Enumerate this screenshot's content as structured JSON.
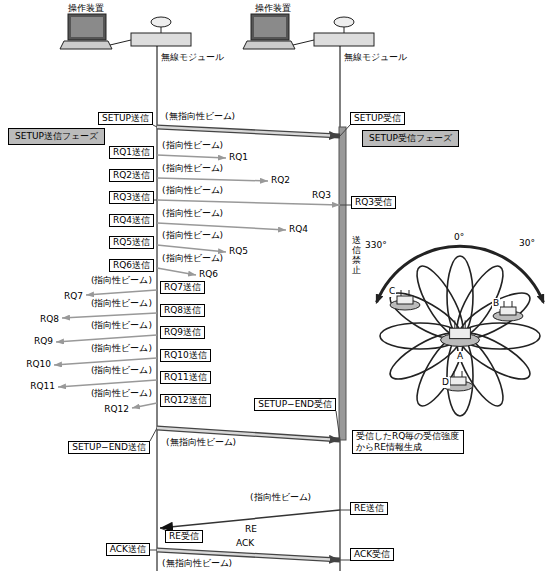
{
  "diagram": {
    "nodes": [
      {
        "text": [
          "SETUP送信"
        ]
      },
      {
        "text": [
          "SETUP受信"
        ]
      },
      {
        "text": [
          "SETUP送信フェーズ"
        ]
      },
      {
        "text": [
          "SETUP受信フェーズ"
        ]
      },
      {
        "text": [
          "RQ1送信"
        ]
      },
      {
        "text": [
          "RQ2送信"
        ]
      },
      {
        "text": [
          "RQ3送信"
        ]
      },
      {
        "text": [
          "RQ3受信"
        ]
      },
      {
        "text": [
          "RQ4送信"
        ]
      },
      {
        "text": [
          "RQ5送信"
        ]
      },
      {
        "text": [
          "RQ6送信"
        ]
      },
      {
        "text": [
          "RQ7送信"
        ]
      },
      {
        "text": [
          "RQ8送信"
        ]
      },
      {
        "text": [
          "RQ9送信"
        ]
      },
      {
        "text": [
          "RQ10送信"
        ]
      },
      {
        "text": [
          "RQ11送信"
        ]
      },
      {
        "text": [
          "RQ12送信"
        ]
      },
      {
        "text": [
          "SETUP−END受信"
        ]
      },
      {
        "text": [
          "受信したRQ毎の受信強度からRE情報生成"
        ]
      },
      {
        "text": [
          "SETUP−END送信"
        ]
      },
      {
        "text": [
          "RE送信"
        ]
      },
      {
        "text": [
          "RE受信"
        ]
      },
      {
        "text": [
          "ACK送信"
        ]
      },
      {
        "text": [
          "ACK受信"
        ]
      }
    ],
    "edges": [
      {
        "from": 0,
        "to": 1,
        "arrow": "to"
      },
      {
        "from": 6,
        "to": 7,
        "label": "RQ3",
        "arrow": "to"
      },
      {
        "from": 19,
        "to": 17,
        "arrow": "to"
      },
      {
        "from": 20,
        "to": 21,
        "label": "RE",
        "arrow": "to"
      },
      {
        "from": 22,
        "to": 23,
        "label": "ACK",
        "arrow": "to"
      }
    ],
    "labels": [
      "操作装置",
      "操作装置",
      "無線モジュール",
      "無線モジュール",
      "(無指向性ビーム)",
      "(指向性ビーム)",
      "RQ1",
      "(指向性ビーム)",
      "RQ2",
      "(指向性ビーム)",
      "(指向性ビーム)",
      "RQ4",
      "(指向性ビーム)",
      "RQ5",
      "(指向性ビーム)",
      "RQ6",
      "(指向性ビーム)",
      "RQ7",
      "(指向性ビーム)",
      "RQ8",
      "(指向性ビーム)",
      "RQ9",
      "(指向性ビーム)",
      "RQ10",
      "(指向性ビーム)",
      "RQ11",
      "(指向性ビーム)",
      "RQ12",
      "送信禁止",
      "330°",
      "0°",
      "30°",
      "C",
      "B",
      "A",
      "D",
      "(無指向性ビーム)",
      "(指向性ビーム)",
      "(無指向性ビーム)"
    ]
  }
}
